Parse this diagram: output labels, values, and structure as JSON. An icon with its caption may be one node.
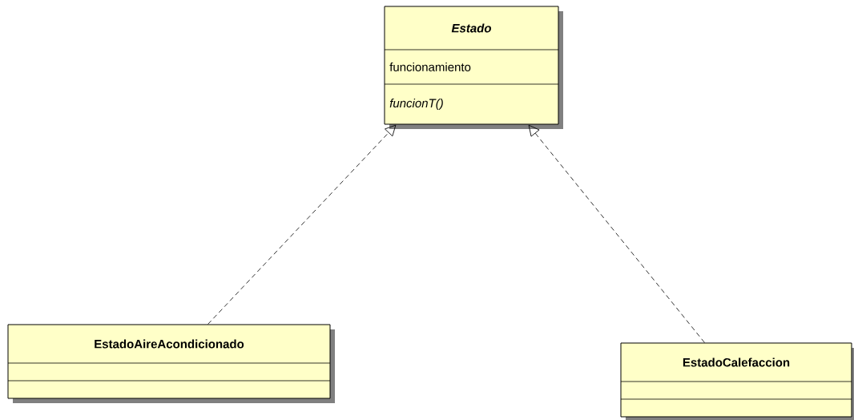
{
  "diagram": {
    "nodes": [
      {
        "text": [
          "Estado",
          "funcionamiento",
          "funcionT()"
        ]
      },
      {
        "text": [
          "EstadoAireAcondicionado"
        ]
      },
      {
        "text": [
          "EstadoCalefaccion"
        ]
      }
    ],
    "edges": [
      {
        "from": 1,
        "to": 0,
        "arrow": "to",
        "style": "dashed"
      },
      {
        "from": 2,
        "to": 0,
        "arrow": "to",
        "style": "dashed"
      }
    ]
  }
}
